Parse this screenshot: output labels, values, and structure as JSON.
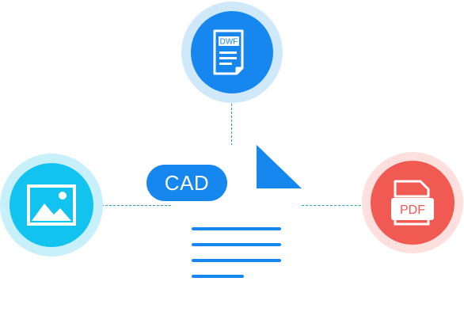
{
  "center_document": {
    "label": "CAD",
    "icon": "document-icon"
  },
  "formats": {
    "top": {
      "label": "DWF",
      "icon": "dwf-file-icon",
      "halo_color": "#cfe9fb",
      "color": "#1787f0"
    },
    "left": {
      "icon": "image-icon",
      "halo_color": "#c7f0fb",
      "color": "#13c3ef"
    },
    "right": {
      "label": "PDF",
      "icon": "pdf-file-icon",
      "halo_color": "#fde0de",
      "color": "#f15a52"
    }
  },
  "colors": {
    "primary": "#1787f0",
    "connector": "#2a9fb8"
  }
}
